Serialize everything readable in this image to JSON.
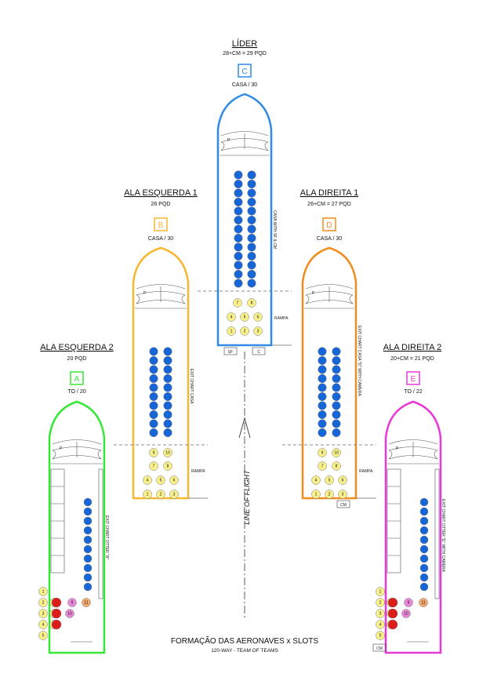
{
  "colors": {
    "C": "#2f8ae8",
    "B": "#f7b731",
    "D": "#f28c1c",
    "A": "#36e836",
    "E": "#e838d6",
    "blue_dot": "#1766d8",
    "yellow_dot": "#f8f08a",
    "red_dot": "#dd1c1c",
    "pink_dot": "#e889d8",
    "orange_dot": "#f4a96a"
  },
  "aircraft": {
    "C": {
      "title": "LÍDER",
      "count": "28+CM = 29 PQD",
      "letter": "C",
      "model": "CASA / 30",
      "side_label": "CASA WITH SF & CM",
      "ramp_label": "RAMPA",
      "pilot": "P",
      "box1": "SF",
      "box2": "C"
    },
    "B": {
      "title": "ALA ESQUERDA 1",
      "count": "26 PQD",
      "letter": "B",
      "model": "CASA / 30",
      "side_label": "EXIT CHART CASA",
      "ramp_label": "RAMPA",
      "pilot": "P"
    },
    "D": {
      "title": "ALA DIREITA 1",
      "count": "26+CM = 27 PQD",
      "letter": "D",
      "model": "CASA / 30",
      "side_label": "EXIT CHART CASA \"D\" WITH CAMERA",
      "ramp_label": "RAMPA",
      "pilot": "P",
      "box1": "CM"
    },
    "A": {
      "title": "ALA ESQUERDA 2",
      "count": "20 PQD",
      "letter": "A",
      "model": "TO / 20",
      "side_label": "EXIT CHART OTTER \"A\"",
      "pilot": "P"
    },
    "E": {
      "title": "ALA DIREITA 2",
      "count": "20+CM = 21 PQD",
      "letter": "E",
      "model": "TO / 22",
      "side_label": "EXIT CHART OTTER \"E\" WITH CAMERA",
      "pilot": "P",
      "box1": "CM"
    }
  },
  "line_of_flight": "LINE OF FLIGHT",
  "footer": {
    "title": "FORMAÇÃO DAS AERONAVES x SLOTS",
    "subtitle": "120-WAY - TEAM OF TEAMS"
  }
}
